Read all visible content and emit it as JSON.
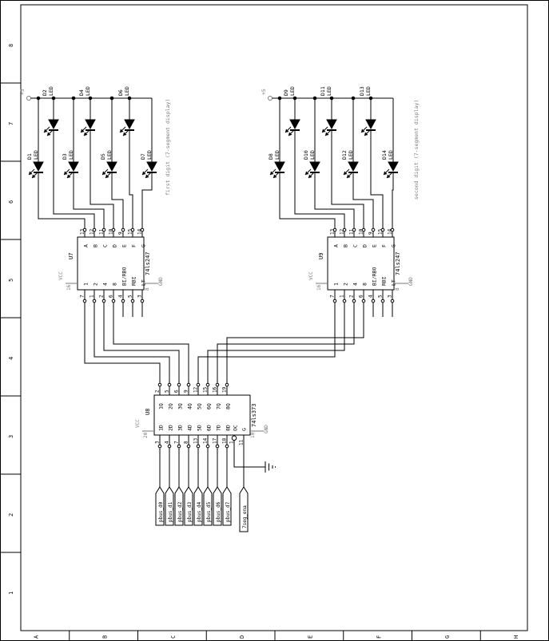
{
  "frame": {
    "row_labels": [
      "8",
      "7",
      "6",
      "5",
      "4",
      "3",
      "2",
      "1"
    ],
    "col_labels": [
      "A",
      "B",
      "C",
      "D",
      "E",
      "F",
      "G",
      "H"
    ]
  },
  "power": {
    "plus5": "+5",
    "vcc": "VCC",
    "gnd": "GND"
  },
  "digit1": {
    "caption": "first digit (7-segment display)",
    "leds": [
      {
        "ref": "D1",
        "part": "LED"
      },
      {
        "ref": "D2",
        "part": "LED"
      },
      {
        "ref": "D3",
        "part": "LED"
      },
      {
        "ref": "D4",
        "part": "LED"
      },
      {
        "ref": "D5",
        "part": "LED"
      },
      {
        "ref": "D6",
        "part": "LED"
      },
      {
        "ref": "D7",
        "part": "LED"
      }
    ]
  },
  "digit2": {
    "caption": "second digit (7-segment display)",
    "leds": [
      {
        "ref": "D8",
        "part": "LED"
      },
      {
        "ref": "D9",
        "part": "LED"
      },
      {
        "ref": "D10",
        "part": "LED"
      },
      {
        "ref": "D11",
        "part": "LED"
      },
      {
        "ref": "D12",
        "part": "LED"
      },
      {
        "ref": "D13",
        "part": "LED"
      },
      {
        "ref": "D14",
        "part": "LED"
      }
    ]
  },
  "u7": {
    "ref": "U7",
    "part": "74ls247",
    "vcc_pin": "16",
    "gnd_pin": "8",
    "out_pins": [
      {
        "num": "13",
        "name": "A"
      },
      {
        "num": "12",
        "name": "B"
      },
      {
        "num": "11",
        "name": "C"
      },
      {
        "num": "10",
        "name": "D"
      },
      {
        "num": "9",
        "name": "E"
      },
      {
        "num": "15",
        "name": "F"
      },
      {
        "num": "14",
        "name": "G"
      }
    ],
    "in_pins": [
      {
        "num": "7",
        "name": "1"
      },
      {
        "num": "1",
        "name": "2"
      },
      {
        "num": "2",
        "name": "4"
      },
      {
        "num": "6",
        "name": "8"
      },
      {
        "num": "4",
        "name": "BI/RBO"
      },
      {
        "num": "5",
        "name": "RBI"
      },
      {
        "num": "3",
        "name": "LT"
      }
    ]
  },
  "u9": {
    "ref": "U9",
    "part": "74ls247",
    "vcc_pin": "16",
    "gnd_pin": "8",
    "out_pins": [
      {
        "num": "13",
        "name": "A"
      },
      {
        "num": "12",
        "name": "B"
      },
      {
        "num": "11",
        "name": "C"
      },
      {
        "num": "10",
        "name": "D"
      },
      {
        "num": "9",
        "name": "E"
      },
      {
        "num": "15",
        "name": "F"
      },
      {
        "num": "14",
        "name": "G"
      }
    ],
    "in_pins": [
      {
        "num": "7",
        "name": "1"
      },
      {
        "num": "1",
        "name": "2"
      },
      {
        "num": "2",
        "name": "4"
      },
      {
        "num": "6",
        "name": "8"
      },
      {
        "num": "4",
        "name": "BI/RBO"
      },
      {
        "num": "5",
        "name": "RBI"
      },
      {
        "num": "3",
        "name": "LT"
      }
    ]
  },
  "u8": {
    "ref": "U8",
    "part": "74ls373",
    "vcc_pin": "20",
    "gnd_pin": "10",
    "out_pins": [
      {
        "num": "2",
        "name": "1Q"
      },
      {
        "num": "5",
        "name": "2Q"
      },
      {
        "num": "6",
        "name": "3Q"
      },
      {
        "num": "9",
        "name": "4Q"
      },
      {
        "num": "12",
        "name": "5Q"
      },
      {
        "num": "15",
        "name": "6Q"
      },
      {
        "num": "16",
        "name": "7Q"
      },
      {
        "num": "19",
        "name": "8Q"
      }
    ],
    "in_pins": [
      {
        "num": "3",
        "name": "1D"
      },
      {
        "num": "4",
        "name": "2D"
      },
      {
        "num": "7",
        "name": "3D"
      },
      {
        "num": "8",
        "name": "4D"
      },
      {
        "num": "13",
        "name": "5D"
      },
      {
        "num": "14",
        "name": "6D"
      },
      {
        "num": "17",
        "name": "7D"
      },
      {
        "num": "18",
        "name": "8D"
      }
    ],
    "oc": {
      "num": "1",
      "name": "OC"
    },
    "g": {
      "num": "11",
      "name": "G"
    }
  },
  "flags": {
    "data": [
      "pbus_d0",
      "pbus_d1",
      "pbus_d2",
      "pbus_d3",
      "pbus_d4",
      "pbus_d5",
      "pbus_d6",
      "pbus_d7"
    ],
    "enable": "7seg_ena"
  },
  "colors": {
    "ink": "#000000",
    "muted": "#7a7a7a"
  }
}
